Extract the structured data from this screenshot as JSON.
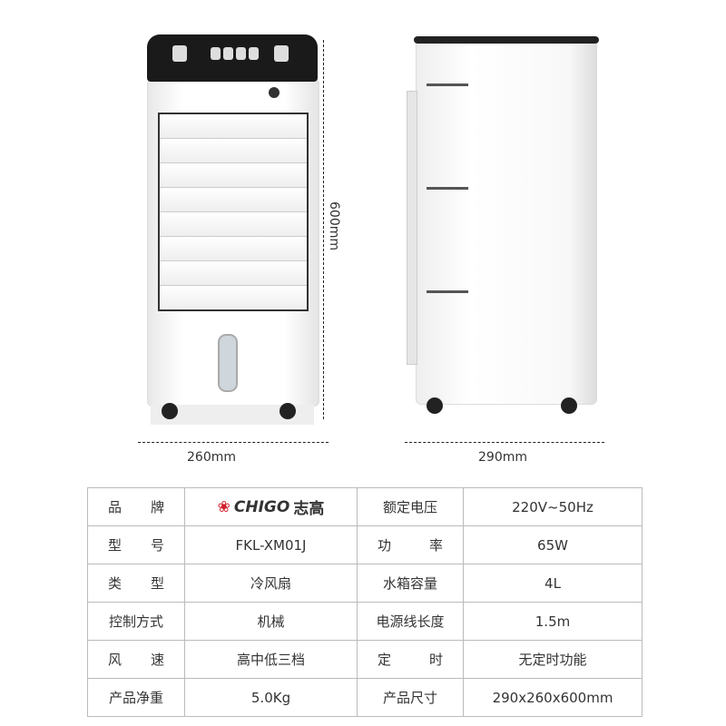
{
  "dimensions": {
    "height": "600mm",
    "front_width": "260mm",
    "side_width": "290mm"
  },
  "brand": {
    "name": "CHIGO",
    "name_cn": "志高",
    "color": "#d4202a"
  },
  "specs": [
    {
      "label": "品牌",
      "value": "CHIGO 志高",
      "label2": "额定电压",
      "value2": "220V~50Hz"
    },
    {
      "label": "型号",
      "value": "FKL-XM01J",
      "label2": "功率",
      "value2": "65W"
    },
    {
      "label": "类型",
      "value": "冷风扇",
      "label2": "水箱容量",
      "value2": "4L"
    },
    {
      "label": "控制方式",
      "value": "机械",
      "label2": "电源线长度",
      "value2": "1.5m"
    },
    {
      "label": "风速",
      "value": "高中低三档",
      "label2": "定时",
      "value2": "无定时功能"
    },
    {
      "label": "产品净重",
      "value": "5.0Kg",
      "label2": "产品尺寸",
      "value2": "290x260x600mm"
    }
  ]
}
